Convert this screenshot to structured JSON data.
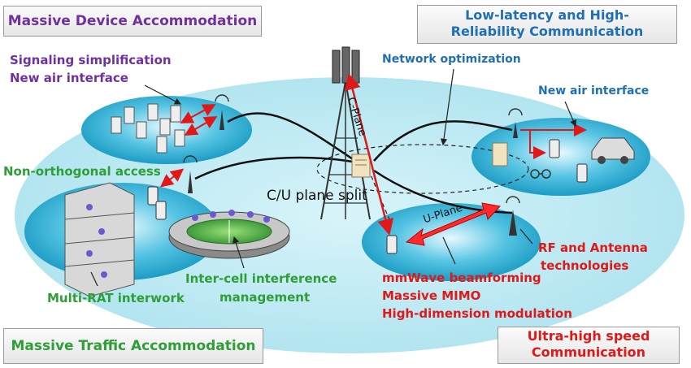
{
  "boxes": {
    "massive_device": "Massive Device Accommodation",
    "low_latency_line1": "Low-latency and High-",
    "low_latency_line2": "Reliability Communication",
    "massive_traffic": "Massive Traffic Accommodation",
    "ultra_high_line1": "Ultra-high speed",
    "ultra_high_line2": "Communication"
  },
  "labels": {
    "signaling": "Signaling simplification",
    "new_air_left": "New air interface",
    "network_opt": "Network optimization",
    "new_air_right": "New air interface",
    "non_orthogonal": "Non-orthogonal access",
    "cu_split": "C/U plane split",
    "c_plane": "C-Plane",
    "u_plane": "U-Plane",
    "rf_line1": "RF and Antenna",
    "rf_line2": "technologies",
    "intercell_line1": "Inter-cell interference",
    "intercell_line2": "management",
    "multi_rat": "Multi-RAT interwork",
    "mmwave": "mmWave beamforming",
    "massive_mimo": "Massive MIMO",
    "high_dim": "High-dimension modulation"
  },
  "colors": {
    "device": "#7030a0",
    "latency": "#1f6fb5",
    "traffic": "#2e9e37",
    "speed": "#e01818",
    "ellipse": "#bfeaf3",
    "cell": "#1aa3c7"
  }
}
